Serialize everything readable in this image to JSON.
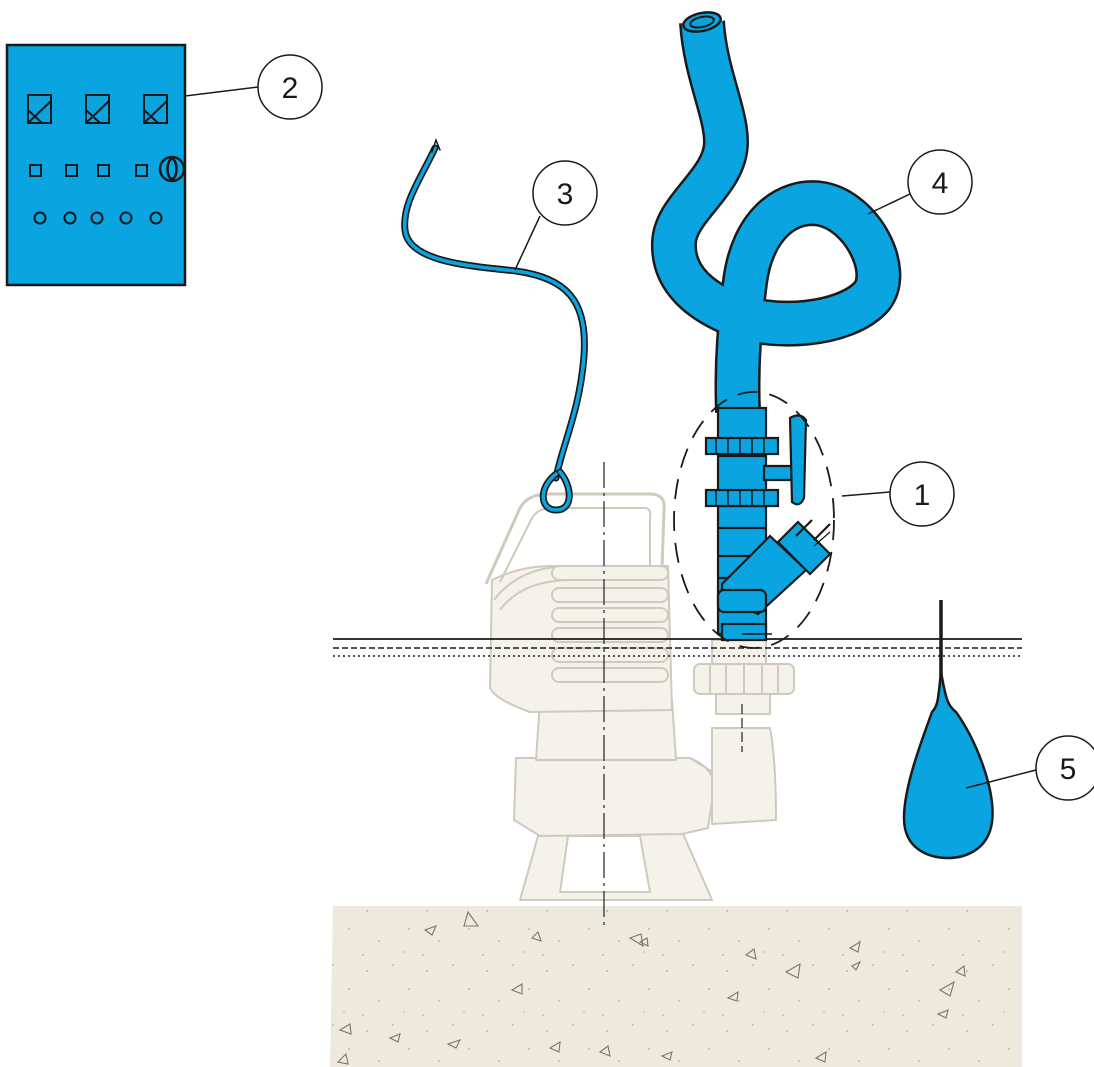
{
  "colors": {
    "accent_blue": "#0aa5e0",
    "outline": "#1a1a1a",
    "ghost_fill": "#f4f2ea",
    "ghost_stroke": "#cfcabb",
    "ground_fill": "#ede9dd",
    "background": "#ffffff"
  },
  "callouts": {
    "c1": "1",
    "c2": "2",
    "c3": "3",
    "c4": "4",
    "c5": "5"
  },
  "components": {
    "c1_icon": "valve-assembly-icon",
    "c2_icon": "control-panel-icon",
    "c3_icon": "lifting-cable-icon",
    "c4_icon": "discharge-hose-icon",
    "c5_icon": "float-switch-icon"
  }
}
